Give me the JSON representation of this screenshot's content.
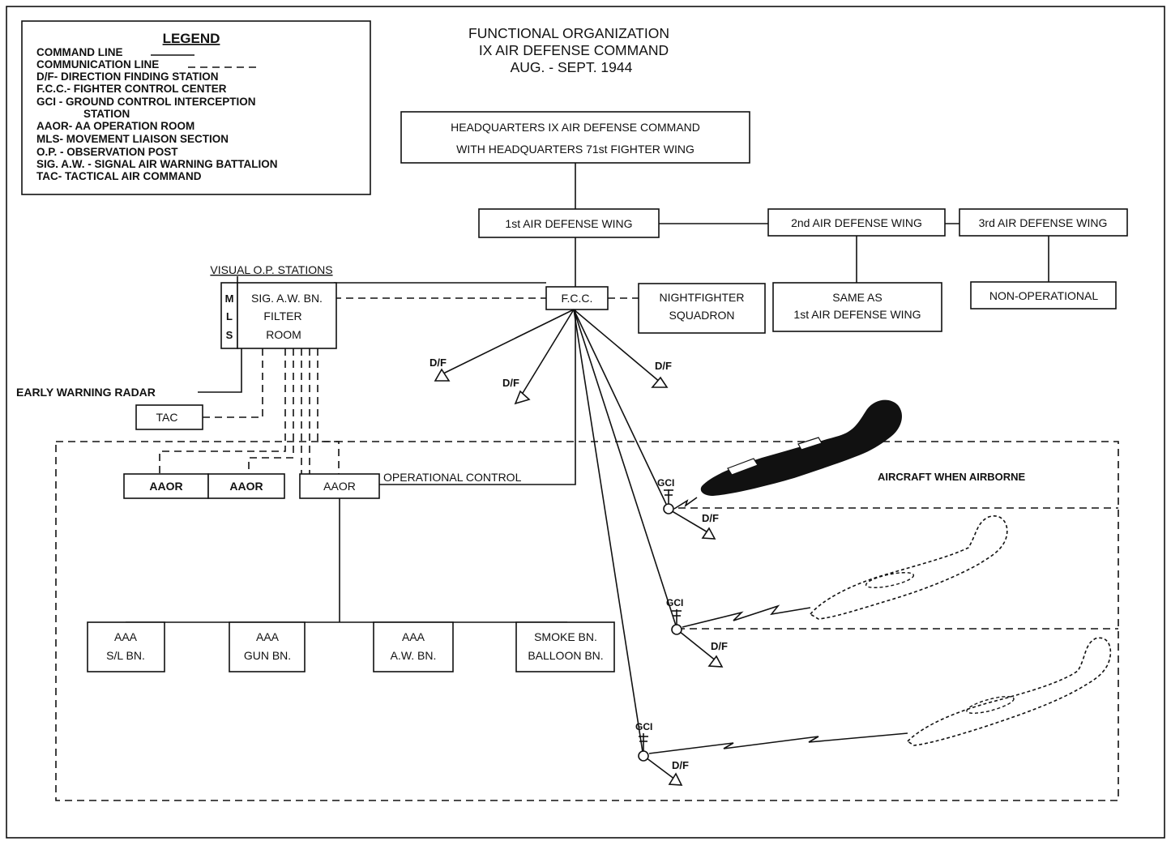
{
  "title": {
    "line1": "FUNCTIONAL ORGANIZATION",
    "line2": "IX AIR DEFENSE COMMAND",
    "line3": "AUG. - SEPT. 1944"
  },
  "legend": {
    "heading": "LEGEND",
    "items": [
      "COMMAND LINE",
      "COMMUNICATION LINE",
      "D/F- DIRECTION FINDING STATION",
      "F.C.C.- FIGHTER CONTROL CENTER",
      "GCI - GROUND CONTROL INTERCEPTION",
      "STATION",
      "AAOR- AA OPERATION ROOM",
      "MLS- MOVEMENT LIAISON SECTION",
      "O.P. - OBSERVATION POST",
      "SIG. A.W. - SIGNAL AIR WARNING BATTALION",
      "TAC- TACTICAL AIR COMMAND"
    ]
  },
  "hq": {
    "line1": "HEADQUARTERS IX AIR DEFENSE COMMAND",
    "line2": "WITH HEADQUARTERS 71st FIGHTER WING"
  },
  "wings": {
    "first": "1st AIR DEFENSE WING",
    "second": "2nd AIR DEFENSE WING",
    "third": "3rd AIR DEFENSE WING"
  },
  "second_wing_box": {
    "line1": "SAME AS",
    "line2": "1st AIR DEFENSE WING"
  },
  "third_wing_box": "NON-OPERATIONAL",
  "fcc": "F.C.C.",
  "nightfighter": {
    "line1": "NIGHTFIGHTER",
    "line2": "SQUADRON"
  },
  "visual_op": "VISUAL O.P. STATIONS",
  "mls": [
    "M",
    "L",
    "S"
  ],
  "filter_room": {
    "line1": "SIG. A.W. BN.",
    "line2": "FILTER",
    "line3": "ROOM"
  },
  "early_warning": "EARLY WARNING RADAR",
  "tac": "TAC",
  "aaor": [
    "AAOR",
    "AAOR",
    "AAOR"
  ],
  "operational_control": "OPERATIONAL CONTROL",
  "df_label": "D/F",
  "gci_label": "GCI",
  "aircraft_label": "AIRCRAFT WHEN AIRBORNE",
  "battalions": [
    {
      "line1": "AAA",
      "line2": "S/L BN."
    },
    {
      "line1": "AAA",
      "line2": "GUN BN."
    },
    {
      "line1": "AAA",
      "line2": "A.W. BN."
    },
    {
      "line1": "SMOKE BN.",
      "line2": "BALLOON BN."
    }
  ]
}
